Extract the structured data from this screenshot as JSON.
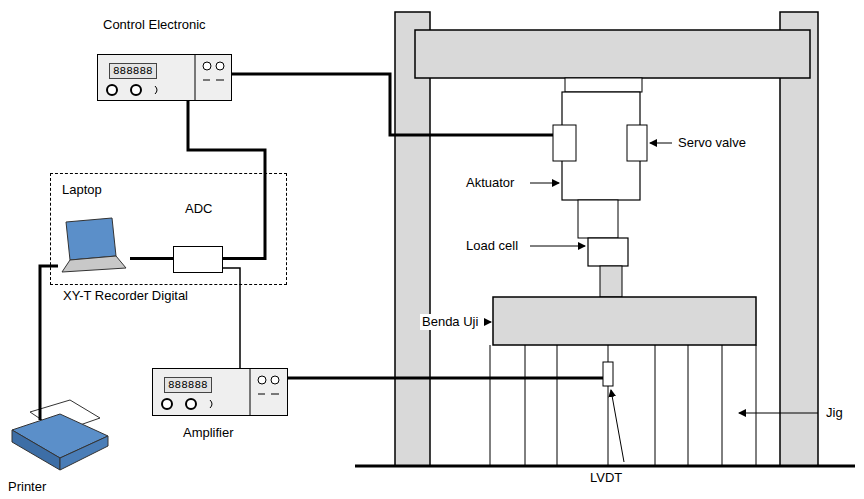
{
  "diagram": {
    "nodes": [
      {
        "text": [
          "Control Electronic",
          "888888"
        ]
      },
      {
        "text": [
          "XY-T Recorder Digital"
        ]
      },
      {
        "text": [
          "Laptop"
        ],
        "in": 1
      },
      {
        "text": [
          "ADC"
        ],
        "in": 1
      },
      {
        "text": [
          "Printer"
        ]
      },
      {
        "text": [
          "888888",
          "Amplifier"
        ]
      }
    ],
    "edges": [
      {
        "from": 0,
        "to": 3,
        "arrow": "none"
      },
      {
        "from": 2,
        "to": 3,
        "arrow": "none"
      },
      {
        "from": 2,
        "to": 4,
        "arrow": "none"
      },
      {
        "from": 3,
        "to": 5,
        "arrow": "none"
      }
    ],
    "labels": [
      "Servo valve",
      "Aktuator",
      "Load cell",
      "Benda Uji",
      "Jig",
      "LVDT"
    ]
  }
}
